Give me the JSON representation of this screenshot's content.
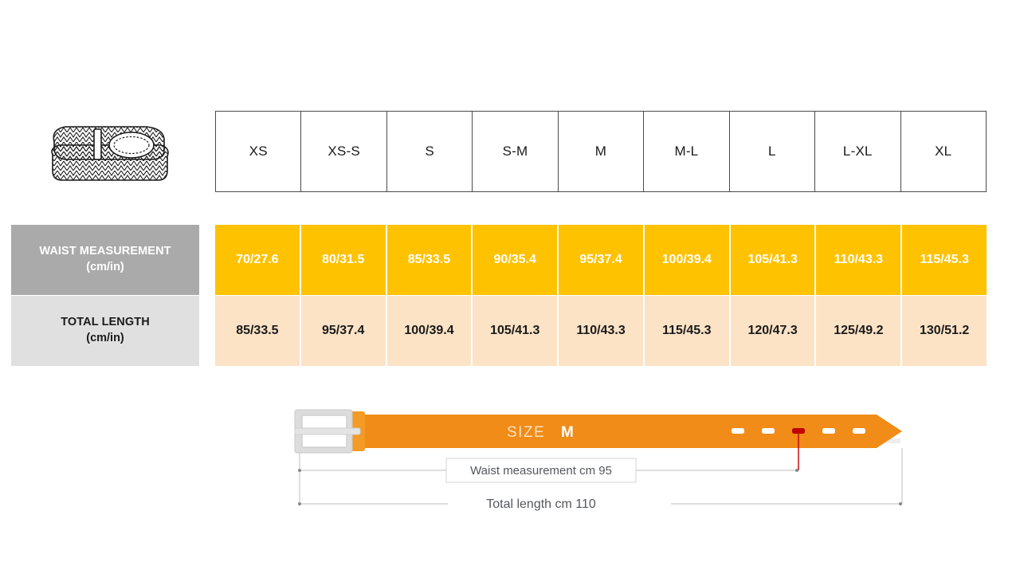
{
  "product_icon": {
    "name": "braided-belt-illustration"
  },
  "size_table": {
    "sizes": [
      "XS",
      "XS-S",
      "S",
      "S-M",
      "M",
      "M-L",
      "L",
      "L-XL",
      "XL"
    ],
    "rows": [
      {
        "key": "waist",
        "label_main": "WAIST MEASUREMENT",
        "label_sub": "(cm/in)",
        "values": [
          "70/27.6",
          "80/31.5",
          "85/33.5",
          "90/35.4",
          "95/37.4",
          "100/39.4",
          "105/41.3",
          "110/43.3",
          "115/45.3"
        ]
      },
      {
        "key": "length",
        "label_main": "TOTAL LENGTH",
        "label_sub": "(cm/in)",
        "values": [
          "85/33.5",
          "95/37.4",
          "100/39.4",
          "105/41.3",
          "110/43.3",
          "115/45.3",
          "120/47.3",
          "125/49.2",
          "130/51.2"
        ]
      }
    ]
  },
  "belt_diagram": {
    "size_caption_label": "SIZE",
    "size_caption_value": "M",
    "waist_dimension": "Waist measurement cm 95",
    "total_dimension": "Total length cm 110",
    "holes_total": 5,
    "hole_active_index": 3
  },
  "colors": {
    "amber": "#FFC200",
    "peach": "#FCE3C6",
    "gray_label": "#AAAAAA",
    "light_gray_label": "#E0E0E0",
    "belt_orange": "#F08C17",
    "buckle_gray": "#D8D8D8",
    "active_hole_red": "#C00000",
    "table_border": "#4A4A4A"
  }
}
